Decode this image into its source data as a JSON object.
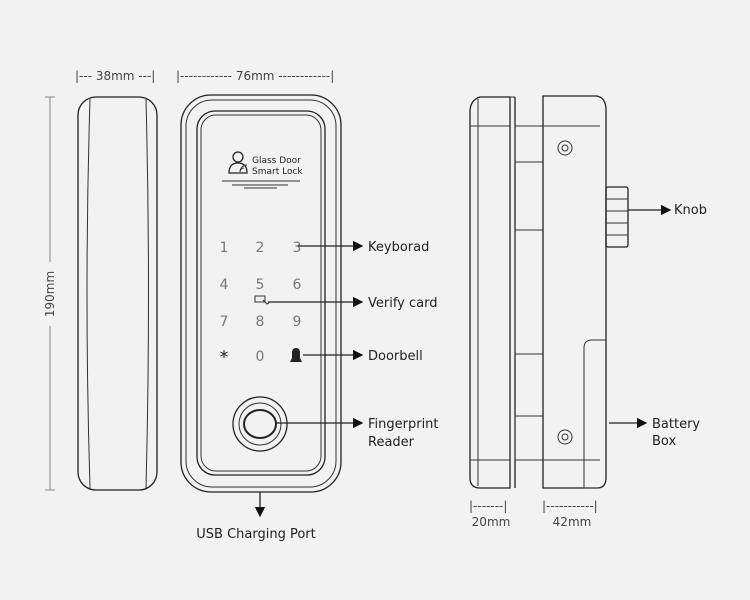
{
  "dimensions": {
    "side_width": "|--- 38mm ---|",
    "front_width": "|------------ 76mm ------------|",
    "height": "190mm",
    "depth_front": "|-------|",
    "depth_front_value": "20mm",
    "depth_back": "|-----------|",
    "depth_back_value": "42mm"
  },
  "logo": {
    "line1": "Glass Door",
    "line2": "Smart Lock"
  },
  "keypad": {
    "keys": [
      "1",
      "2",
      "3",
      "4",
      "5",
      "6",
      "7",
      "8",
      "9",
      "*",
      "0"
    ]
  },
  "callouts": {
    "keyboard": "Keyborad",
    "verify_card": "Verify card",
    "doorbell": "Doorbell",
    "fingerprint_line1": "Fingerprint",
    "fingerprint_line2": "Reader",
    "usb": "USB Charging Port",
    "knob": "Knob",
    "battery_line1": "Battery",
    "battery_line2": "Box"
  }
}
